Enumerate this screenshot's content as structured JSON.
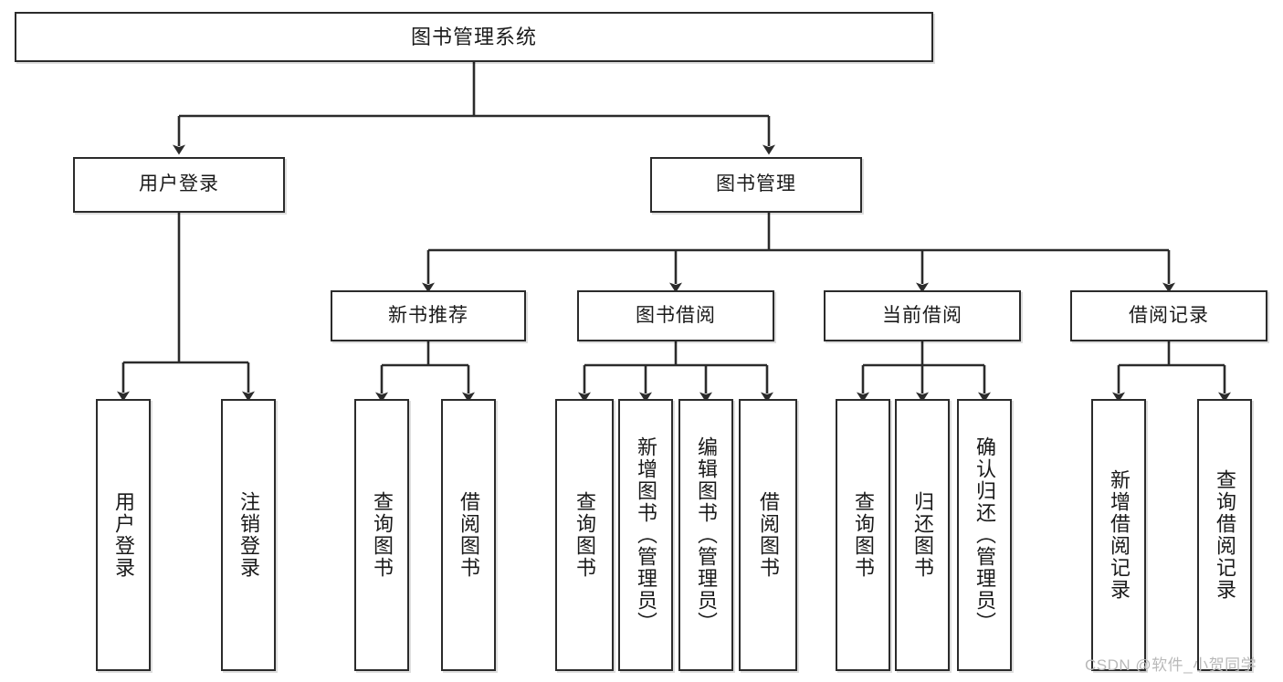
{
  "diagram": {
    "type": "tree-hierarchy",
    "title": "图书管理系统",
    "orientation": "top-down",
    "watermark": "CSDN @软件_小贺同学",
    "colors": {
      "box_border": "#2b2b2b",
      "box_fill": "#ffffff",
      "connector": "#2b2b2b",
      "text": "#1a1a1a",
      "watermark": "#b9b9b9"
    },
    "nodes": {
      "root": {
        "label": "图书管理系统",
        "level": 0
      },
      "level1": [
        {
          "id": "user-login",
          "label": "用户登录"
        },
        {
          "id": "book-manage",
          "label": "图书管理"
        }
      ],
      "level2": [
        {
          "id": "new-book-recommend",
          "label": "新书推荐",
          "parent": "book-manage"
        },
        {
          "id": "book-borrow",
          "label": "图书借阅",
          "parent": "book-manage"
        },
        {
          "id": "current-borrow",
          "label": "当前借阅",
          "parent": "book-manage"
        },
        {
          "id": "borrow-record",
          "label": "借阅记录",
          "parent": "book-manage"
        }
      ],
      "leaves": {
        "user-login": [
          {
            "id": "leaf-user-login",
            "label": "用户登录"
          },
          {
            "id": "leaf-logout",
            "label": "注销登录"
          }
        ],
        "new-book-recommend": [
          {
            "id": "leaf-query-book-1",
            "label": "查询图书"
          },
          {
            "id": "leaf-borrow-book-1",
            "label": "借阅图书"
          }
        ],
        "book-borrow": [
          {
            "id": "leaf-query-book-2",
            "label": "查询图书"
          },
          {
            "id": "leaf-add-book",
            "label": "新增图书（管理员）"
          },
          {
            "id": "leaf-edit-book",
            "label": "编辑图书（管理员）"
          },
          {
            "id": "leaf-borrow-book-2",
            "label": "借阅图书"
          }
        ],
        "current-borrow": [
          {
            "id": "leaf-query-book-3",
            "label": "查询图书"
          },
          {
            "id": "leaf-return-book",
            "label": "归还图书"
          },
          {
            "id": "leaf-confirm-return",
            "label": "确认归还（管理员）"
          }
        ],
        "borrow-record": [
          {
            "id": "leaf-add-record",
            "label": "新增借阅记录"
          },
          {
            "id": "leaf-query-record",
            "label": "查询借阅记录"
          }
        ]
      }
    }
  }
}
